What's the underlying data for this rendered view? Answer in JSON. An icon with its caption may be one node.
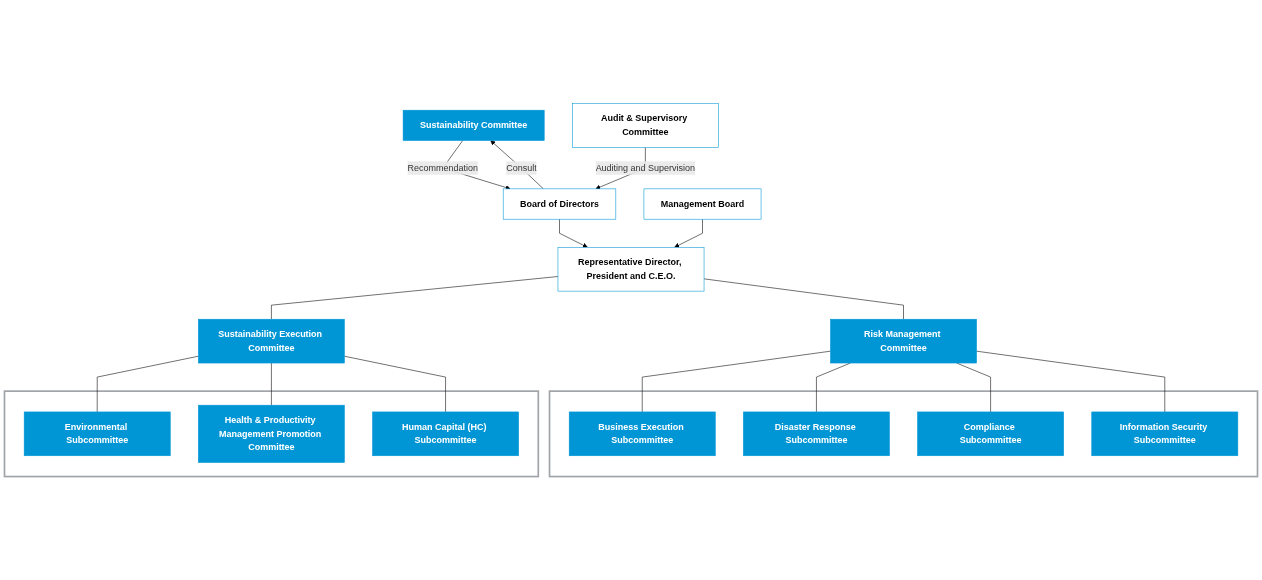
{
  "diagram": {
    "nodes": [
      {
        "text": [
          "Sustainability Committee"
        ]
      },
      {
        "text": [
          "Board of Directors"
        ]
      },
      {
        "text": [
          "Audit & Supervisory Committee"
        ]
      },
      {
        "text": [
          "Management Board"
        ]
      },
      {
        "text": [
          "Representative Director, President and C.E.O."
        ]
      },
      {
        "text": [
          "Sustainability Execution Committee"
        ]
      },
      {
        "text": [
          "Risk Management Committee"
        ]
      },
      {
        "text": [],
        "shape": "box"
      },
      {
        "text": [
          "Environmental Subcommittee"
        ],
        "in": 7
      },
      {
        "text": [
          "Health & Productivity Management Promotion Committee"
        ],
        "in": 7
      },
      {
        "text": [
          "Human Capital (HC) Subcommittee"
        ],
        "in": 7
      },
      {
        "text": [],
        "shape": "box"
      },
      {
        "text": [
          "Business Execution Subcommittee"
        ],
        "in": 11
      },
      {
        "text": [
          "Disaster Response Subcommittee"
        ],
        "in": 11
      },
      {
        "text": [
          "Compliance Subcommittee"
        ],
        "in": 11
      },
      {
        "text": [
          "Information Security Subcommittee"
        ],
        "in": 11
      }
    ],
    "edges": [
      {
        "from": 1,
        "to": 0,
        "label": "Consult",
        "arrow": "to"
      },
      {
        "from": 0,
        "to": 1,
        "label": "Recommendation",
        "arrow": "to"
      },
      {
        "from": 2,
        "to": 1,
        "label": "Auditing and Supervision",
        "arrow": "to"
      },
      {
        "from": 1,
        "to": 4,
        "arrow": "to"
      },
      {
        "from": 3,
        "to": 4,
        "arrow": "to"
      },
      {
        "from": 4,
        "to": 5,
        "arrow": "none"
      },
      {
        "from": 4,
        "to": 6,
        "arrow": "none"
      },
      {
        "from": 5,
        "to": 8,
        "arrow": "none"
      },
      {
        "from": 5,
        "to": 9,
        "arrow": "none"
      },
      {
        "from": 5,
        "to": 10,
        "arrow": "none"
      },
      {
        "from": 6,
        "to": 12,
        "arrow": "none"
      },
      {
        "from": 6,
        "to": 13,
        "arrow": "none"
      },
      {
        "from": 6,
        "to": 14,
        "arrow": "none"
      },
      {
        "from": 6,
        "to": 15,
        "arrow": "none"
      }
    ]
  }
}
